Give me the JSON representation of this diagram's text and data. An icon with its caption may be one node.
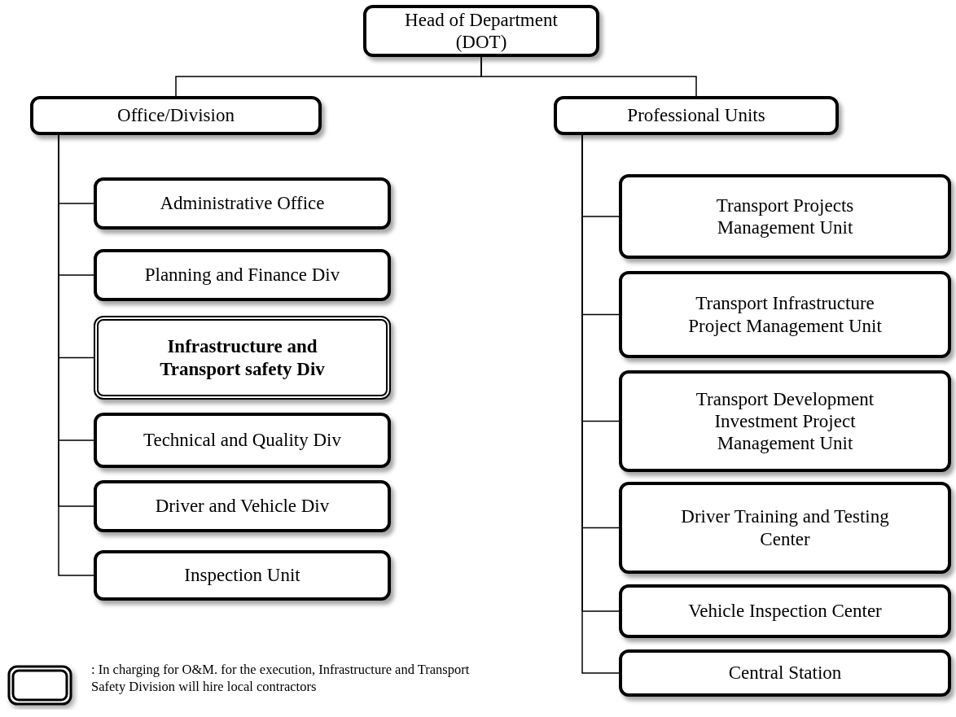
{
  "diagram": {
    "nodes": [
      {
        "text": [
          "Head of Department (DOT)"
        ]
      },
      {
        "text": [
          "Office/Division"
        ]
      },
      {
        "text": [
          "Professional Units"
        ]
      },
      {
        "text": [
          "Administrative Office"
        ]
      },
      {
        "text": [
          "Planning and Finance Div"
        ]
      },
      {
        "text": [
          "Infrastructure and Transport safety Div"
        ]
      },
      {
        "text": [
          "Technical and Quality Div"
        ]
      },
      {
        "text": [
          "Driver and Vehicle Div"
        ]
      },
      {
        "text": [
          "Inspection Unit"
        ]
      },
      {
        "text": [
          "Transport Projects Management Unit"
        ]
      },
      {
        "text": [
          "Transport Infrastructure Project Management Unit"
        ]
      },
      {
        "text": [
          "Transport Development Investment Project Management Unit"
        ]
      },
      {
        "text": [
          "Driver Training and Testing Center"
        ]
      },
      {
        "text": [
          "Vehicle Inspection Center"
        ]
      },
      {
        "text": [
          "Central Station"
        ]
      }
    ],
    "edges": [
      {
        "from": 0,
        "to": 1,
        "arrow": "none"
      },
      {
        "from": 0,
        "to": 2,
        "arrow": "none"
      },
      {
        "from": 1,
        "to": 3,
        "arrow": "none"
      },
      {
        "from": 1,
        "to": 4,
        "arrow": "none"
      },
      {
        "from": 1,
        "to": 5,
        "arrow": "none"
      },
      {
        "from": 1,
        "to": 6,
        "arrow": "none"
      },
      {
        "from": 1,
        "to": 7,
        "arrow": "none"
      },
      {
        "from": 1,
        "to": 8,
        "arrow": "none"
      },
      {
        "from": 2,
        "to": 9,
        "arrow": "none"
      },
      {
        "from": 2,
        "to": 10,
        "arrow": "none"
      },
      {
        "from": 2,
        "to": 11,
        "arrow": "none"
      },
      {
        "from": 2,
        "to": 12,
        "arrow": "none"
      },
      {
        "from": 2,
        "to": 13,
        "arrow": "none"
      },
      {
        "from": 2,
        "to": 14,
        "arrow": "none"
      }
    ],
    "legend": [
      {
        "text": ": In charging for O&M. for the execution, Infrastructure and Transport Safety Division will hire local contractors"
      }
    ]
  }
}
